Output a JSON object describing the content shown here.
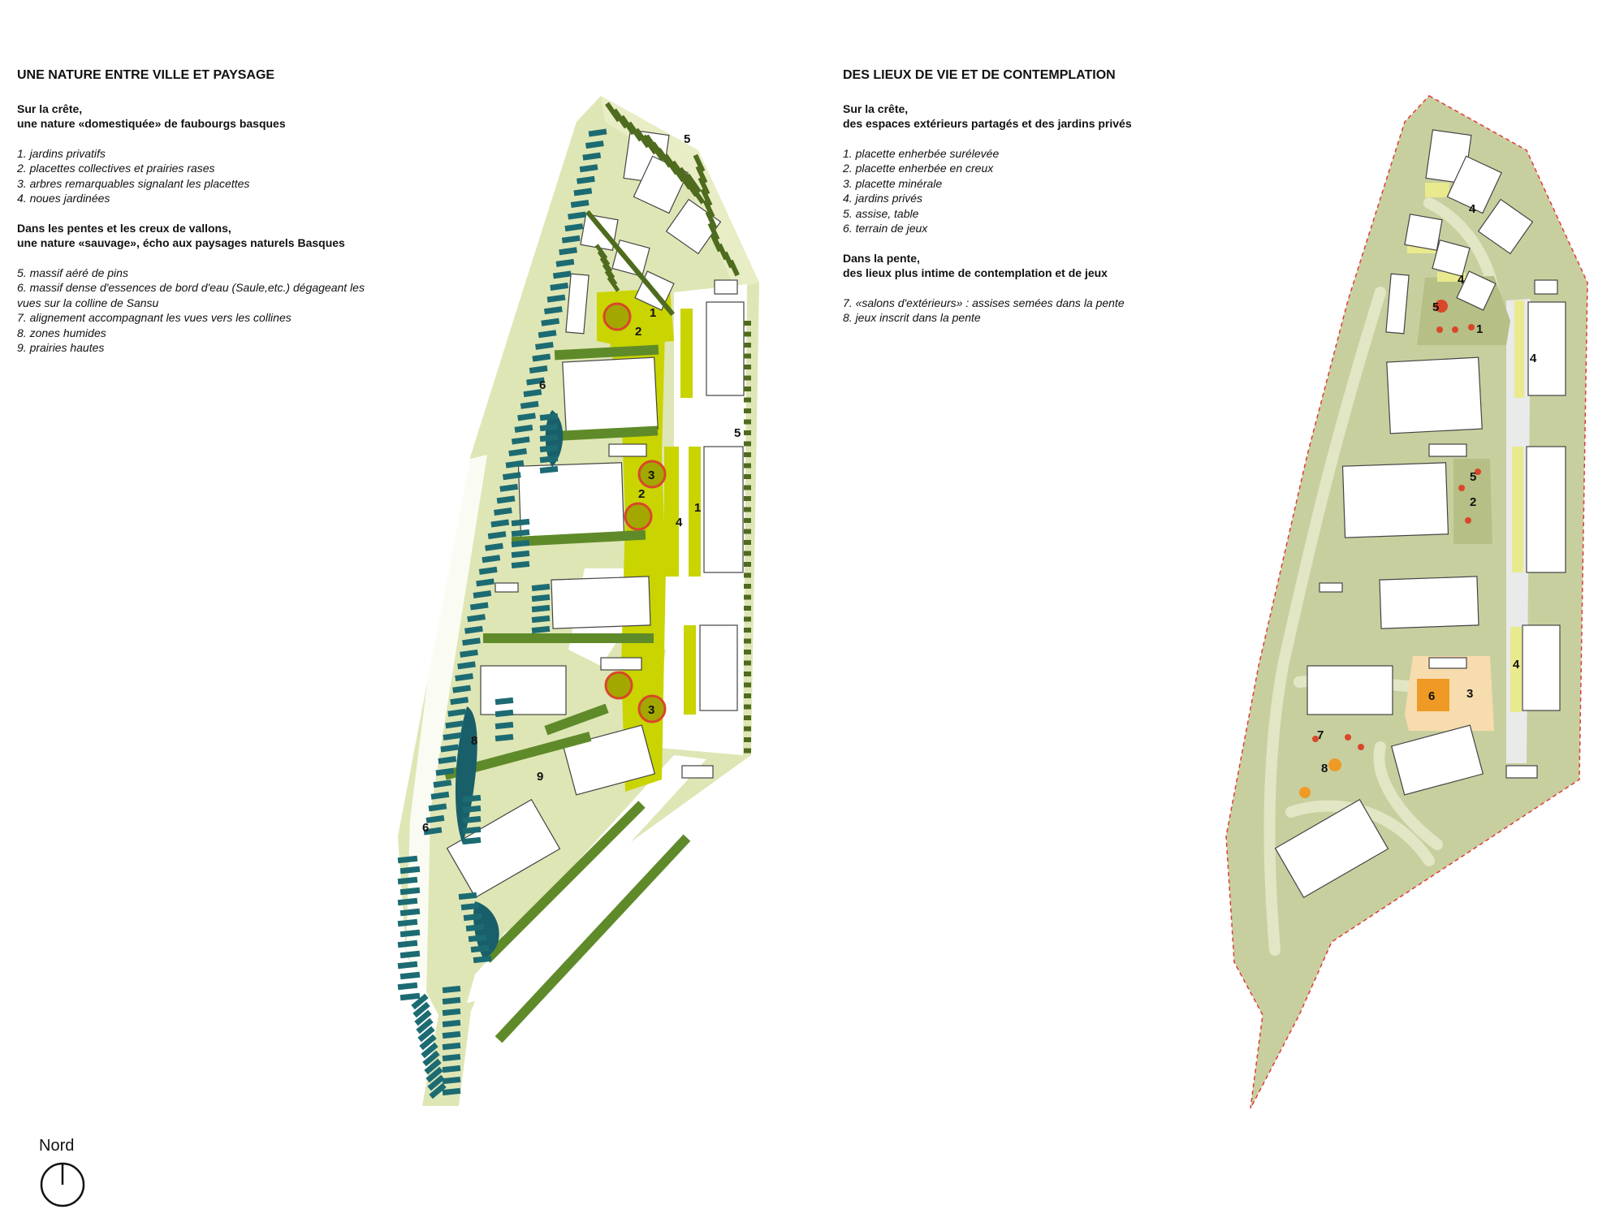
{
  "left": {
    "title": "UNE NATURE ENTRE VILLE ET PAYSAGE",
    "section1": {
      "heading_line1": "Sur la crête,",
      "heading_line2": "une nature «domestiquée» de faubourgs basques",
      "items": [
        "1. jardins privatifs",
        "2. placettes collectives et prairies rases",
        "3. arbres remarquables signalant les placettes",
        "4. noues jardinées"
      ]
    },
    "section2": {
      "heading_line1": "Dans les pentes et les creux de vallons,",
      "heading_line2": "une nature «sauvage», écho aux paysages naturels Basques",
      "items": [
        "5. massif aéré de pins",
        "6. massif dense d'essences de bord d'eau (Saule,etc.) dégageant les",
        "vues sur la colline de Sansu",
        "7. alignement accompagnant les vues vers les collines",
        "8. zones humides",
        "9. prairies hautes"
      ]
    },
    "map_labels": [
      "5",
      "1",
      "2",
      "6",
      "5",
      "3",
      "2",
      "4",
      "1",
      "3",
      "8",
      "9",
      "6"
    ]
  },
  "right": {
    "title": "DES LIEUX DE VIE ET DE CONTEMPLATION",
    "section1": {
      "heading_line1": "Sur la crête,",
      "heading_line2": "des espaces extérieurs partagés et des jardins privés",
      "items": [
        "1. placette enherbée surélevée",
        "2. placette enherbée en creux",
        "3. placette minérale",
        "4. jardins privés",
        "5. assise, table",
        "6. terrain de jeux"
      ]
    },
    "section2": {
      "heading_line1": "Dans la pente,",
      "heading_line2": "des lieux plus intime de contemplation et de jeux",
      "items": [
        "7. «salons d'extérieurs» : assises semées dans la pente",
        "8. jeux inscrit dans la pente"
      ]
    },
    "map_labels": [
      "4",
      "4",
      "5",
      "1",
      "4",
      "5",
      "2",
      "6",
      "3",
      "4",
      "7",
      "8"
    ]
  },
  "north": {
    "label": "Nord"
  },
  "colors": {
    "meadow_light": "#dfe6b5",
    "lime": "#c9d400",
    "olive_tree": "#a3a800",
    "tree_ring": "#d9462b",
    "dark_green": "#5f8a2a",
    "pine_green": "#4e6b1e",
    "teal": "#1c6b73",
    "wetland": "#185f6a",
    "sage": "#c8cf9f",
    "sage_dark": "#b6bf86",
    "lime_pale": "#e9ea8e",
    "orange": "#ef9a25",
    "peach": "#f7dcae",
    "dot_red": "#d9472b",
    "boundary_red": "#e03a3a"
  }
}
